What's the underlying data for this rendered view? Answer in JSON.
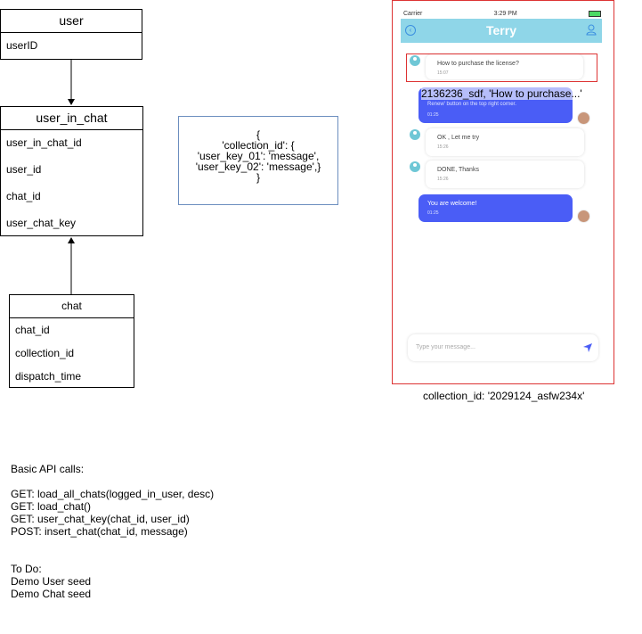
{
  "entities": {
    "user": {
      "title": "user",
      "fields": [
        "userID"
      ]
    },
    "user_in_chat": {
      "title": "user_in_chat",
      "fields": [
        "user_in_chat_id",
        "user_id",
        "chat_id",
        "user_chat_key"
      ]
    },
    "chat": {
      "title": "chat",
      "fields": [
        "chat_id",
        "collection_id",
        "dispatch_time"
      ]
    }
  },
  "note": {
    "lines": [
      "{",
      "'collection_id': {",
      "'user_key_01': 'message',",
      "'user_key_02': 'message',}",
      "}"
    ]
  },
  "phone": {
    "carrier": "Carrier",
    "time": "3:29 PM",
    "title": "Terry",
    "messages": [
      {
        "text": "How to purchase the license?",
        "time": "15:07"
      },
      {
        "text": "Renew' button on the top right corner.",
        "time": "01:25"
      },
      {
        "text": "OK , Let me try",
        "time": "15:26"
      },
      {
        "text": "DONE, Thanks",
        "time": "15:26"
      },
      {
        "text": "You are welcome!",
        "time": "01:25"
      }
    ],
    "overlay": "2136236_sdf, 'How to purchase...'",
    "input_placeholder": "Type your message..."
  },
  "collection_label": "collection_id: '2029124_asfw234x'",
  "api": {
    "title": "Basic API calls:",
    "calls": [
      "GET: load_all_chats(logged_in_user, desc)",
      "GET: load_chat()",
      "GET: user_chat_key(chat_id, user_id)",
      "POST: insert_chat(chat_id, message)"
    ]
  },
  "todo": {
    "title": "To Do:",
    "items": [
      "Demo User seed",
      "Demo Chat seed"
    ]
  },
  "colors": {
    "accent": "#4a5df6",
    "header": "#8fd6e8",
    "highlight": "#dd3333",
    "note_border": "#6c8ebf"
  }
}
